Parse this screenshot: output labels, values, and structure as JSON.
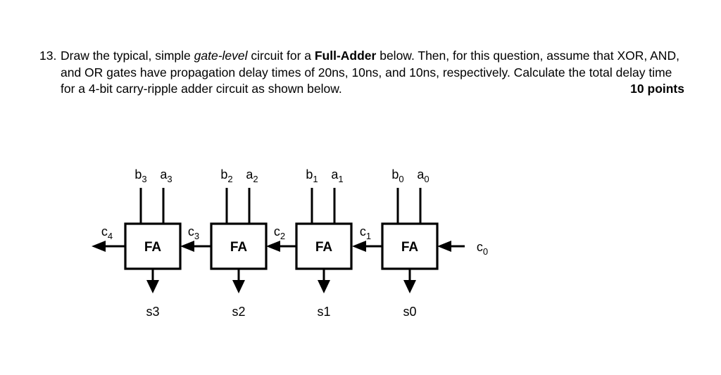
{
  "question": {
    "number": "13.",
    "segments": [
      {
        "text": "Draw the typical, simple ",
        "style": "normal"
      },
      {
        "text": "gate-level",
        "style": "italic"
      },
      {
        "text": " circuit for a ",
        "style": "normal"
      },
      {
        "text": "Full-Adder",
        "style": "bold"
      },
      {
        "text": " below. Then, for this question, assume that XOR, AND, and OR gates have propagation delay times of 20ns, 10ns, and 10ns, respectively. Calculate the total delay time for a 4-bit carry-ripple adder circuit as shown below.",
        "style": "normal"
      }
    ],
    "full_text": "Draw the typical, simple gate-level circuit for a Full-Adder below. Then, for this question, assume that XOR, AND, and OR gates have propagation delay times of 20ns, 10ns, and 10ns, respectively. Calculate the total delay time for a 4-bit carry-ripple adder circuit as shown below.",
    "points_label": "10 points",
    "gate_delays": {
      "XOR": "20ns",
      "AND": "10ns",
      "OR": "10ns"
    },
    "adder_width_bits": 4
  },
  "diagram": {
    "title": "4-bit carry-ripple adder",
    "block_label": "FA",
    "block_count": 4,
    "stages": [
      {
        "index": 3,
        "block_label": "FA",
        "input_b": {
          "base": "b",
          "sub": "3"
        },
        "input_a": {
          "base": "a",
          "sub": "3"
        },
        "carry_out": {
          "base": "c",
          "sub": "4"
        },
        "carry_in": {
          "base": "c",
          "sub": "3"
        },
        "sum": "s3"
      },
      {
        "index": 2,
        "block_label": "FA",
        "input_b": {
          "base": "b",
          "sub": "2"
        },
        "input_a": {
          "base": "a",
          "sub": "2"
        },
        "carry_out": {
          "base": "c",
          "sub": "3"
        },
        "carry_in": {
          "base": "c",
          "sub": "2"
        },
        "sum": "s2"
      },
      {
        "index": 1,
        "block_label": "FA",
        "input_b": {
          "base": "b",
          "sub": "1"
        },
        "input_a": {
          "base": "a",
          "sub": "1"
        },
        "carry_out": {
          "base": "c",
          "sub": "2"
        },
        "carry_in": {
          "base": "c",
          "sub": "1"
        },
        "sum": "s1"
      },
      {
        "index": 0,
        "block_label": "FA",
        "input_b": {
          "base": "b",
          "sub": "0"
        },
        "input_a": {
          "base": "a",
          "sub": "0"
        },
        "carry_out": {
          "base": "c",
          "sub": "1"
        },
        "carry_in": {
          "base": "c",
          "sub": "0"
        },
        "sum": "s0"
      }
    ],
    "external_carry_in": {
      "base": "c",
      "sub": "0"
    },
    "final_carry_out": {
      "base": "c",
      "sub": "4"
    },
    "colors": {
      "ink": "#000000",
      "background": "#ffffff"
    }
  }
}
